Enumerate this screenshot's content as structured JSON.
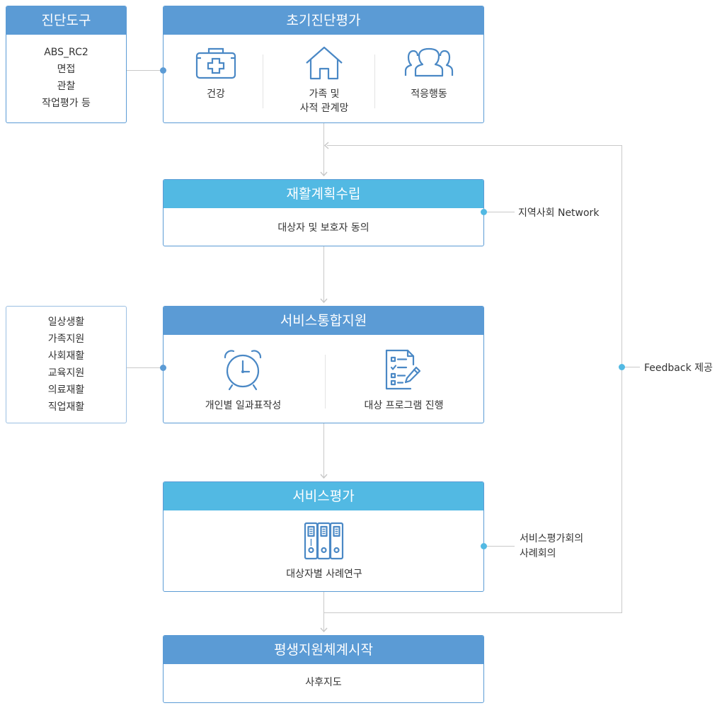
{
  "tools": {
    "title": "진단도구",
    "items": [
      "ABS_RC2",
      "면접",
      "관찰",
      "작업평가 등"
    ]
  },
  "initial": {
    "title": "초기진단평가",
    "items": [
      {
        "icon": "medical-kit-icon",
        "lines": [
          "건강"
        ]
      },
      {
        "icon": "house-icon",
        "lines": [
          "가족 및",
          "사적 관계망"
        ]
      },
      {
        "icon": "people-group-icon",
        "lines": [
          "적응행동"
        ]
      }
    ]
  },
  "plan": {
    "title": "재활계획수립",
    "body": "대상자 및 보호자 동의",
    "side": "지역사회 Network"
  },
  "support_list": [
    "일상생활",
    "가족지원",
    "사회재활",
    "교육지원",
    "의료재활",
    "직업재활"
  ],
  "service": {
    "title": "서비스통합지원",
    "items": [
      {
        "icon": "alarm-clock-icon",
        "label": "개인별 일과표작성"
      },
      {
        "icon": "checklist-document-icon",
        "label": "대상 프로그램 진행"
      }
    ]
  },
  "evaluation": {
    "title": "서비스평가",
    "icon": "binders-icon",
    "body": "대상자별 사례연구",
    "side": [
      "서비스평가회의",
      "사례회의"
    ]
  },
  "lifelong": {
    "title": "평생지원체계시작",
    "body": "사후지도"
  },
  "feedback": "Feedback 제공",
  "colors": {
    "blue_header": "#5b9bd5",
    "sky_header": "#52b9e3",
    "connector": "#c9c9c9"
  }
}
